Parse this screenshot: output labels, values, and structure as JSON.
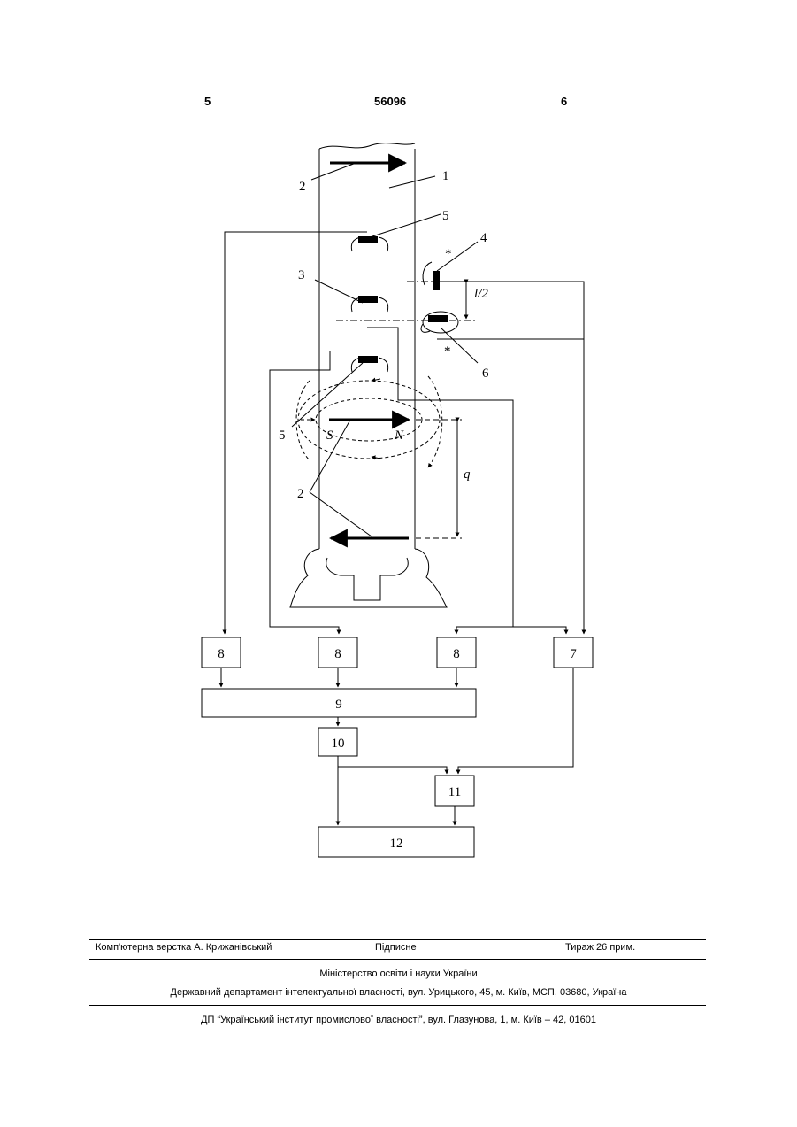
{
  "header": {
    "left_page": "5",
    "patent_number": "56096",
    "right_page": "6"
  },
  "figure": {
    "callouts": {
      "c1": "1",
      "c2_top": "2",
      "c2_bottom": "2",
      "c3": "3",
      "c4": "4",
      "c5_top": "5",
      "c5_left": "5",
      "c6": "6",
      "star_top": "*",
      "star_bottom": "*",
      "dim_l2": "l/2",
      "dim_q": "q",
      "pole_s": "S",
      "pole_n": "N"
    },
    "blocks": {
      "b8a": "8",
      "b8b": "8",
      "b8c": "8",
      "b7": "7",
      "b9": "9",
      "b10": "10",
      "b11": "11",
      "b12": "12"
    }
  },
  "footer": {
    "layout": "Комп'ютерна верстка А. Крижанівський",
    "signed": "Підписне",
    "circulation": "Тираж 26 прим.",
    "ministry": "Міністерство освіти і науки України",
    "department": "Державний департамент інтелектуальної власності, вул. Урицького, 45, м. Київ, МСП, 03680, Україна",
    "institute": "ДП “Український інститут промислової власності”, вул. Глазунова, 1, м. Київ – 42, 01601"
  }
}
